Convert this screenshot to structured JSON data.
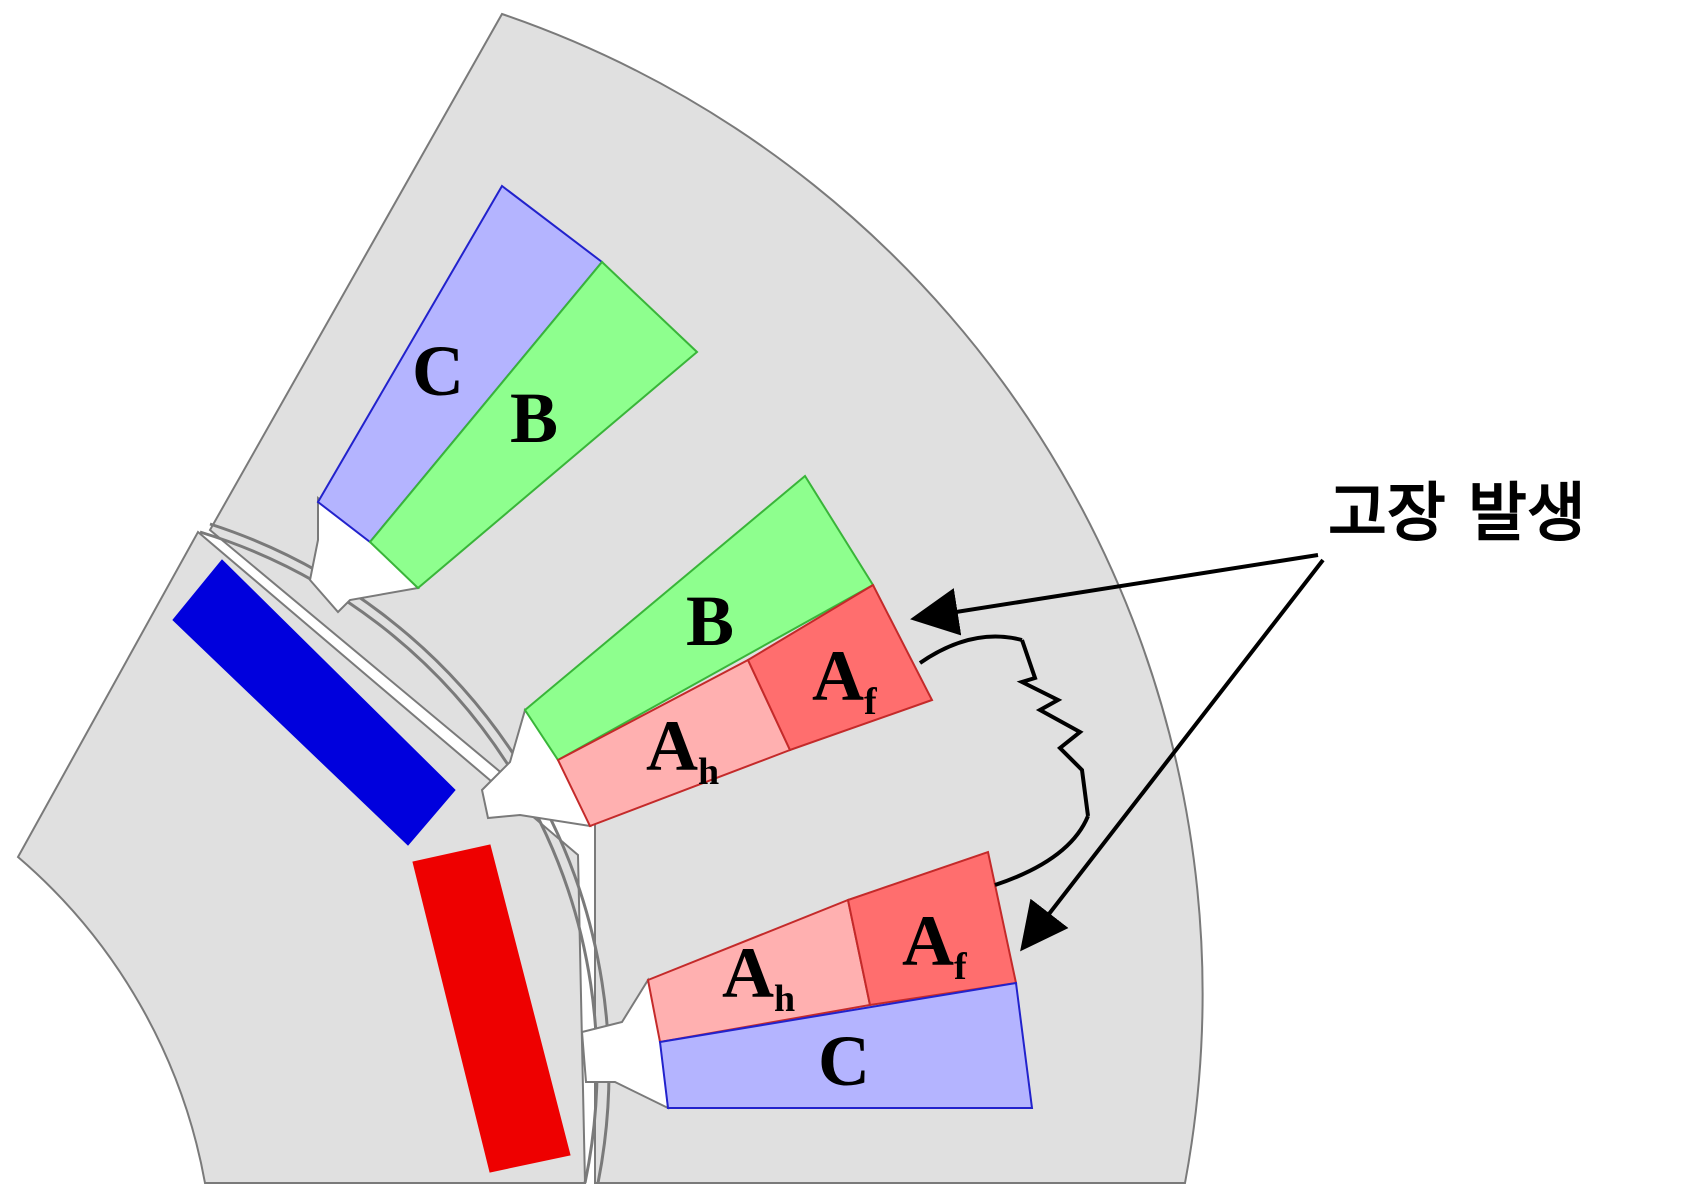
{
  "colors": {
    "background": "#ffffff",
    "iron": "#e0e0e0",
    "iron_edge": "#7a7a7a",
    "phase_a_healthy": "#ffb0b0",
    "phase_a_faulted": "#ff6e6e",
    "phase_a_edge": "#c42a2a",
    "phase_b": "#8eff8e",
    "phase_b_edge": "#39b539",
    "phase_c": "#b4b4ff",
    "phase_c_edge": "#2222cc",
    "magnet_blue": "#0000dd",
    "magnet_red": "#ee0000",
    "annotation": "#000000"
  },
  "labels": {
    "slot1_outer": "C",
    "slot1_inner": "B",
    "slot2_top": "B",
    "slot2_faulted_main": "A",
    "slot2_faulted_sub": "f",
    "slot2_healthy_main": "A",
    "slot2_healthy_sub": "h",
    "slot3_healthy_main": "A",
    "slot3_healthy_sub": "h",
    "slot3_faulted_main": "A",
    "slot3_faulted_sub": "f",
    "slot3_bottom": "C",
    "fault_annotation": "고장 발생"
  },
  "icons": {
    "fault_resistor": "zigzag-resistor-icon",
    "pointer": "arrow-icon"
  }
}
